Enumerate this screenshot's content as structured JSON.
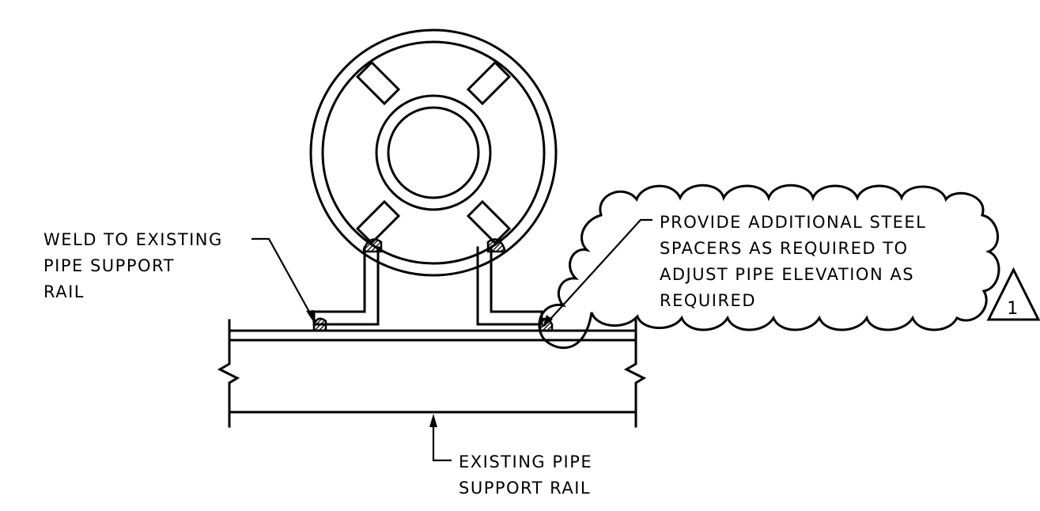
{
  "notes": {
    "weld": [
      "WELD TO EXISTING",
      "PIPE SUPPORT",
      "RAIL"
    ],
    "spacers": [
      "PROVIDE ADDITIONAL STEEL",
      "SPACERS AS REQUIRED TO",
      "ADJUST PIPE ELEVATION AS",
      "REQUIRED"
    ],
    "rail": [
      "EXISTING PIPE",
      "SUPPORT RAIL"
    ]
  },
  "revision": {
    "number": "1"
  }
}
